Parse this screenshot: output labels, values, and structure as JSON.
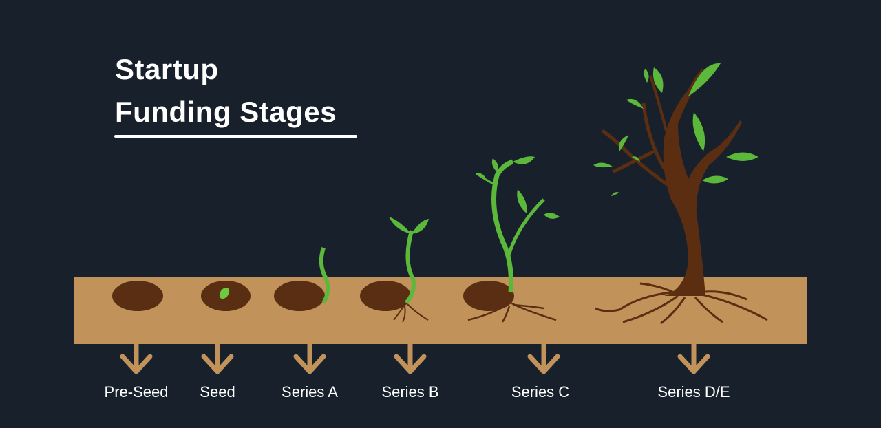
{
  "title": {
    "line1": "Startup",
    "line2": "Funding Stages"
  },
  "stages": [
    {
      "label": "Pre-Seed"
    },
    {
      "label": "Seed"
    },
    {
      "label": "Series A"
    },
    {
      "label": "Series B"
    },
    {
      "label": "Series C"
    },
    {
      "label": "Series D/E"
    }
  ],
  "colors": {
    "background": "#18212b",
    "soil": "#c1925a",
    "hole": "#5a2e13",
    "leaf": "#5cb83a",
    "trunk": "#5b2e12"
  }
}
